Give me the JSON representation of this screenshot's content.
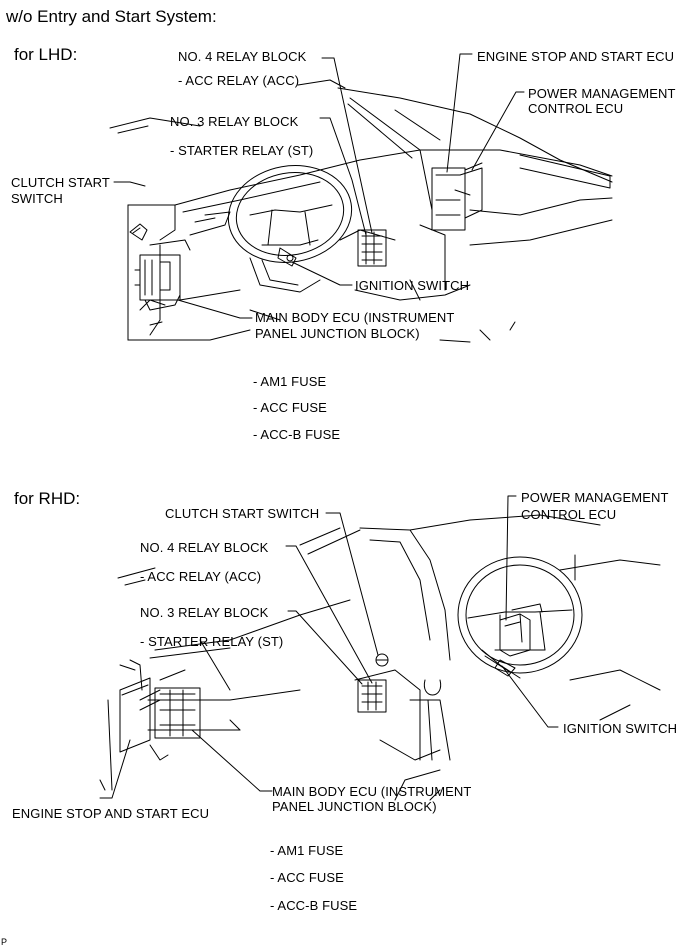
{
  "title": "w/o Entry and Start System:",
  "lhd": {
    "heading": "for LHD:",
    "no4_relay_block": "NO. 4 RELAY BLOCK",
    "acc_relay": "- ACC RELAY (ACC)",
    "no3_relay_block": "NO. 3 RELAY BLOCK",
    "starter_relay": "- STARTER RELAY (ST)",
    "clutch_start_line1": "CLUTCH START",
    "clutch_start_line2": "SWITCH",
    "engine_stop_start_ecu": "ENGINE STOP AND START ECU",
    "power_mgmt_line1": "POWER MANAGEMENT",
    "power_mgmt_line2": "CONTROL ECU",
    "ignition_switch": "IGNITION SWITCH",
    "main_body_line1": "MAIN BODY ECU (INSTRUMENT",
    "main_body_line2": "PANEL JUNCTION BLOCK)",
    "fuses": [
      "- AM1 FUSE",
      "- ACC FUSE",
      "- ACC-B FUSE"
    ]
  },
  "rhd": {
    "heading": "for RHD:",
    "clutch_start_switch": "CLUTCH START SWITCH",
    "no4_relay_block": "NO. 4 RELAY BLOCK",
    "acc_relay": "- ACC RELAY (ACC)",
    "no3_relay_block": "NO. 3 RELAY BLOCK",
    "starter_relay": "- STARTER RELAY (ST)",
    "power_mgmt_line1": "POWER MANAGEMENT",
    "power_mgmt_line2": "CONTROL ECU",
    "ignition_switch": "IGNITION SWITCH",
    "main_body_line1": "MAIN BODY ECU (INSTRUMENT",
    "main_body_line2": "PANEL JUNCTION BLOCK)",
    "engine_stop_start_ecu": "ENGINE STOP AND START ECU",
    "fuses": [
      "- AM1 FUSE",
      "- ACC FUSE",
      "- ACC-B FUSE"
    ]
  },
  "footer_code": "P"
}
